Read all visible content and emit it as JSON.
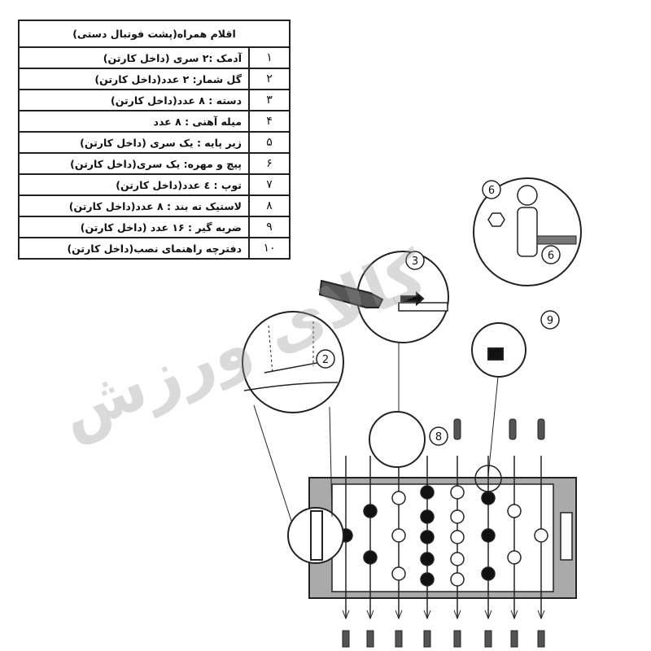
{
  "table": {
    "title": "اقلام همراه(پشت فوتبال دستی)",
    "rows": [
      {
        "num": "۱",
        "text": "آدمک :۲ سری (داخل کارتن)"
      },
      {
        "num": "۲",
        "text": "گل شمار: ۲ عدد(داخل کارتن)"
      },
      {
        "num": "۳",
        "text": "دسته : ۸ عدد(داخل کارتن)"
      },
      {
        "num": "۴",
        "text": "میله آهنی : ۸ عدد"
      },
      {
        "num": "۵",
        "text": "زیر پایه : یک سری (داخل کارتن)"
      },
      {
        "num": "۶",
        "text": "پیچ و مهره: یک سری(داخل کارتن)"
      },
      {
        "num": "۷",
        "text": "توپ : ٤ عدد(داخل کارتن)"
      },
      {
        "num": "۸",
        "text": "لاستیک ته بند : ۸ عدد(داخل کارتن)"
      },
      {
        "num": "۹",
        "text": "ضربه گیر : ۱۶ عدد (داخل کارتن)"
      },
      {
        "num": "۱۰",
        "text": "دفترچه راهنمای نصب(داخل کارتن)"
      }
    ]
  },
  "callouts": {
    "c2": "2",
    "c3": "3",
    "c6a": "6",
    "c6b": "6",
    "c8": "8",
    "c9": "9"
  },
  "watermark": "کالای ورزش",
  "colors": {
    "line": "#222222",
    "table_surface": "#aaaaaa",
    "dark_player": "#111111"
  }
}
